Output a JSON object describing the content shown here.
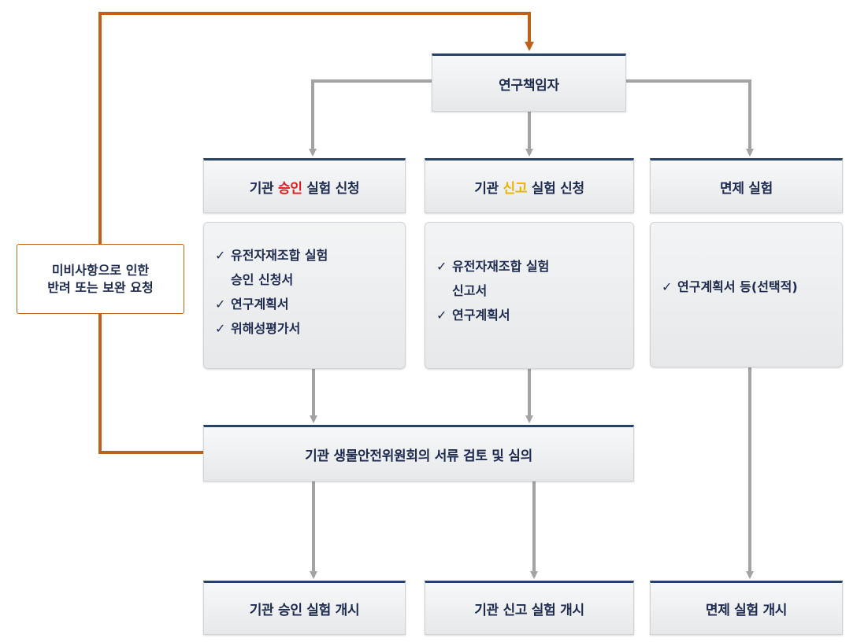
{
  "top": {
    "label": "연구책임자"
  },
  "columns": [
    {
      "header": {
        "prefix": "기관 ",
        "highlight": "승인",
        "suffix": " 실험 신청",
        "highlight_color": "#e11b1b"
      },
      "items": [
        {
          "check": "✓",
          "text": "유전자재조합 실험",
          "continuation": "승인 신청서"
        },
        {
          "check": "✓",
          "text": "연구계획서"
        },
        {
          "check": "✓",
          "text": "위해성평가서"
        }
      ],
      "start": "기관 승인 실험 개시"
    },
    {
      "header": {
        "prefix": "기관 ",
        "highlight": "신고",
        "suffix": " 실험 신청",
        "highlight_color": "#e9b400"
      },
      "items": [
        {
          "check": "✓",
          "text": "유전자재조합 실험",
          "continuation": "신고서"
        },
        {
          "check": "✓",
          "text": "연구계획서"
        }
      ],
      "start": "기관 신고 실험 개시"
    },
    {
      "header": {
        "label": "면제 실험"
      },
      "items": [
        {
          "check": "✓",
          "text": "연구계획서 등(선택적)"
        }
      ],
      "start": "면제 실험 개시"
    }
  ],
  "review": {
    "label": "기관 생물안전위원회의 서류 검토 및 심의"
  },
  "reject": {
    "line1": "미비사항으로 인한",
    "line2": "반려 또는 보완 요청"
  },
  "colors": {
    "header_accent": "#27426a",
    "arrow": "#a3a3a3",
    "feedback": "#c0611a"
  }
}
